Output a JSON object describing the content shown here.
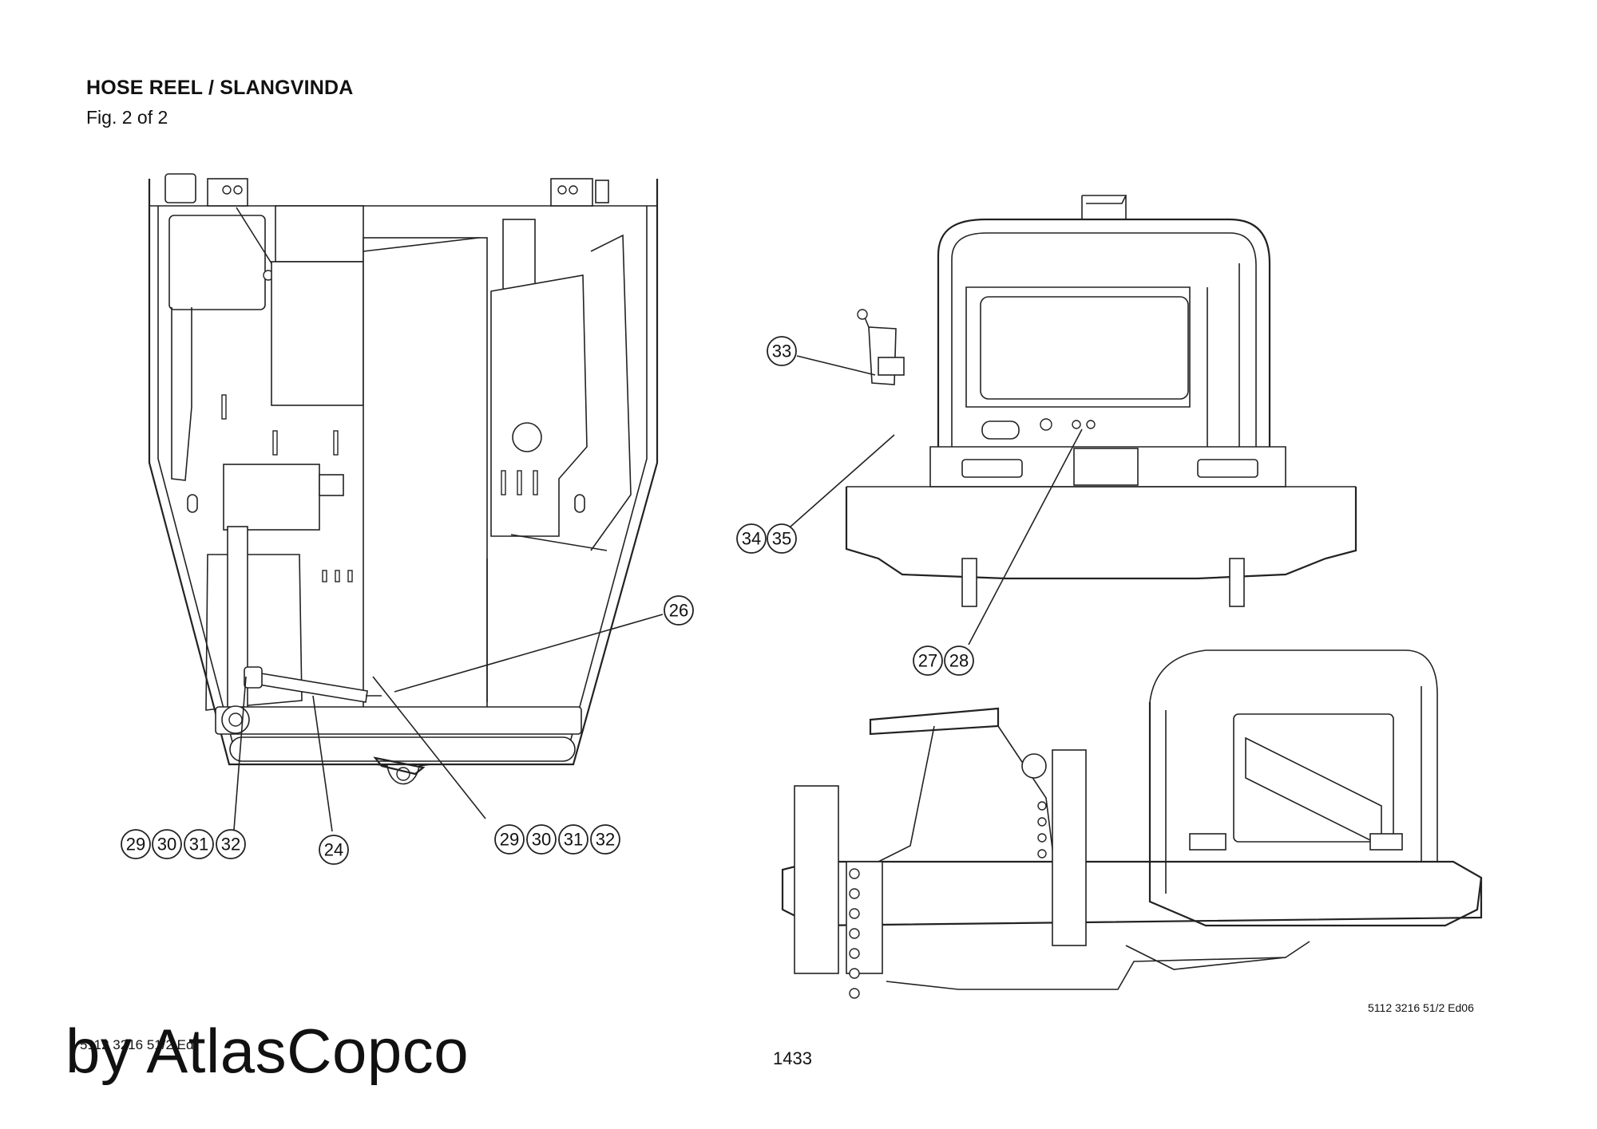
{
  "header": {
    "title": "HOSE REEL / SLANGVINDA",
    "subtitle": "Fig. 2 of 2"
  },
  "footer": {
    "drawing_code": "5112 3216 51/2 Ed06",
    "doc_code_partial": "5112 3216 51/2 Ed",
    "brand_text": "by AtlasCopco",
    "page_number": "1433"
  },
  "callouts": [
    {
      "id": "c26",
      "label": "26"
    },
    {
      "id": "c24",
      "label": "24"
    },
    {
      "id": "c29a",
      "label": "29"
    },
    {
      "id": "c30a",
      "label": "30"
    },
    {
      "id": "c31a",
      "label": "31"
    },
    {
      "id": "c32a",
      "label": "32"
    },
    {
      "id": "c29b",
      "label": "29"
    },
    {
      "id": "c30b",
      "label": "30"
    },
    {
      "id": "c31b",
      "label": "31"
    },
    {
      "id": "c32b",
      "label": "32"
    },
    {
      "id": "c33",
      "label": "33"
    },
    {
      "id": "c34",
      "label": "34"
    },
    {
      "id": "c35",
      "label": "35"
    },
    {
      "id": "c27",
      "label": "27"
    },
    {
      "id": "c28",
      "label": "28"
    }
  ]
}
